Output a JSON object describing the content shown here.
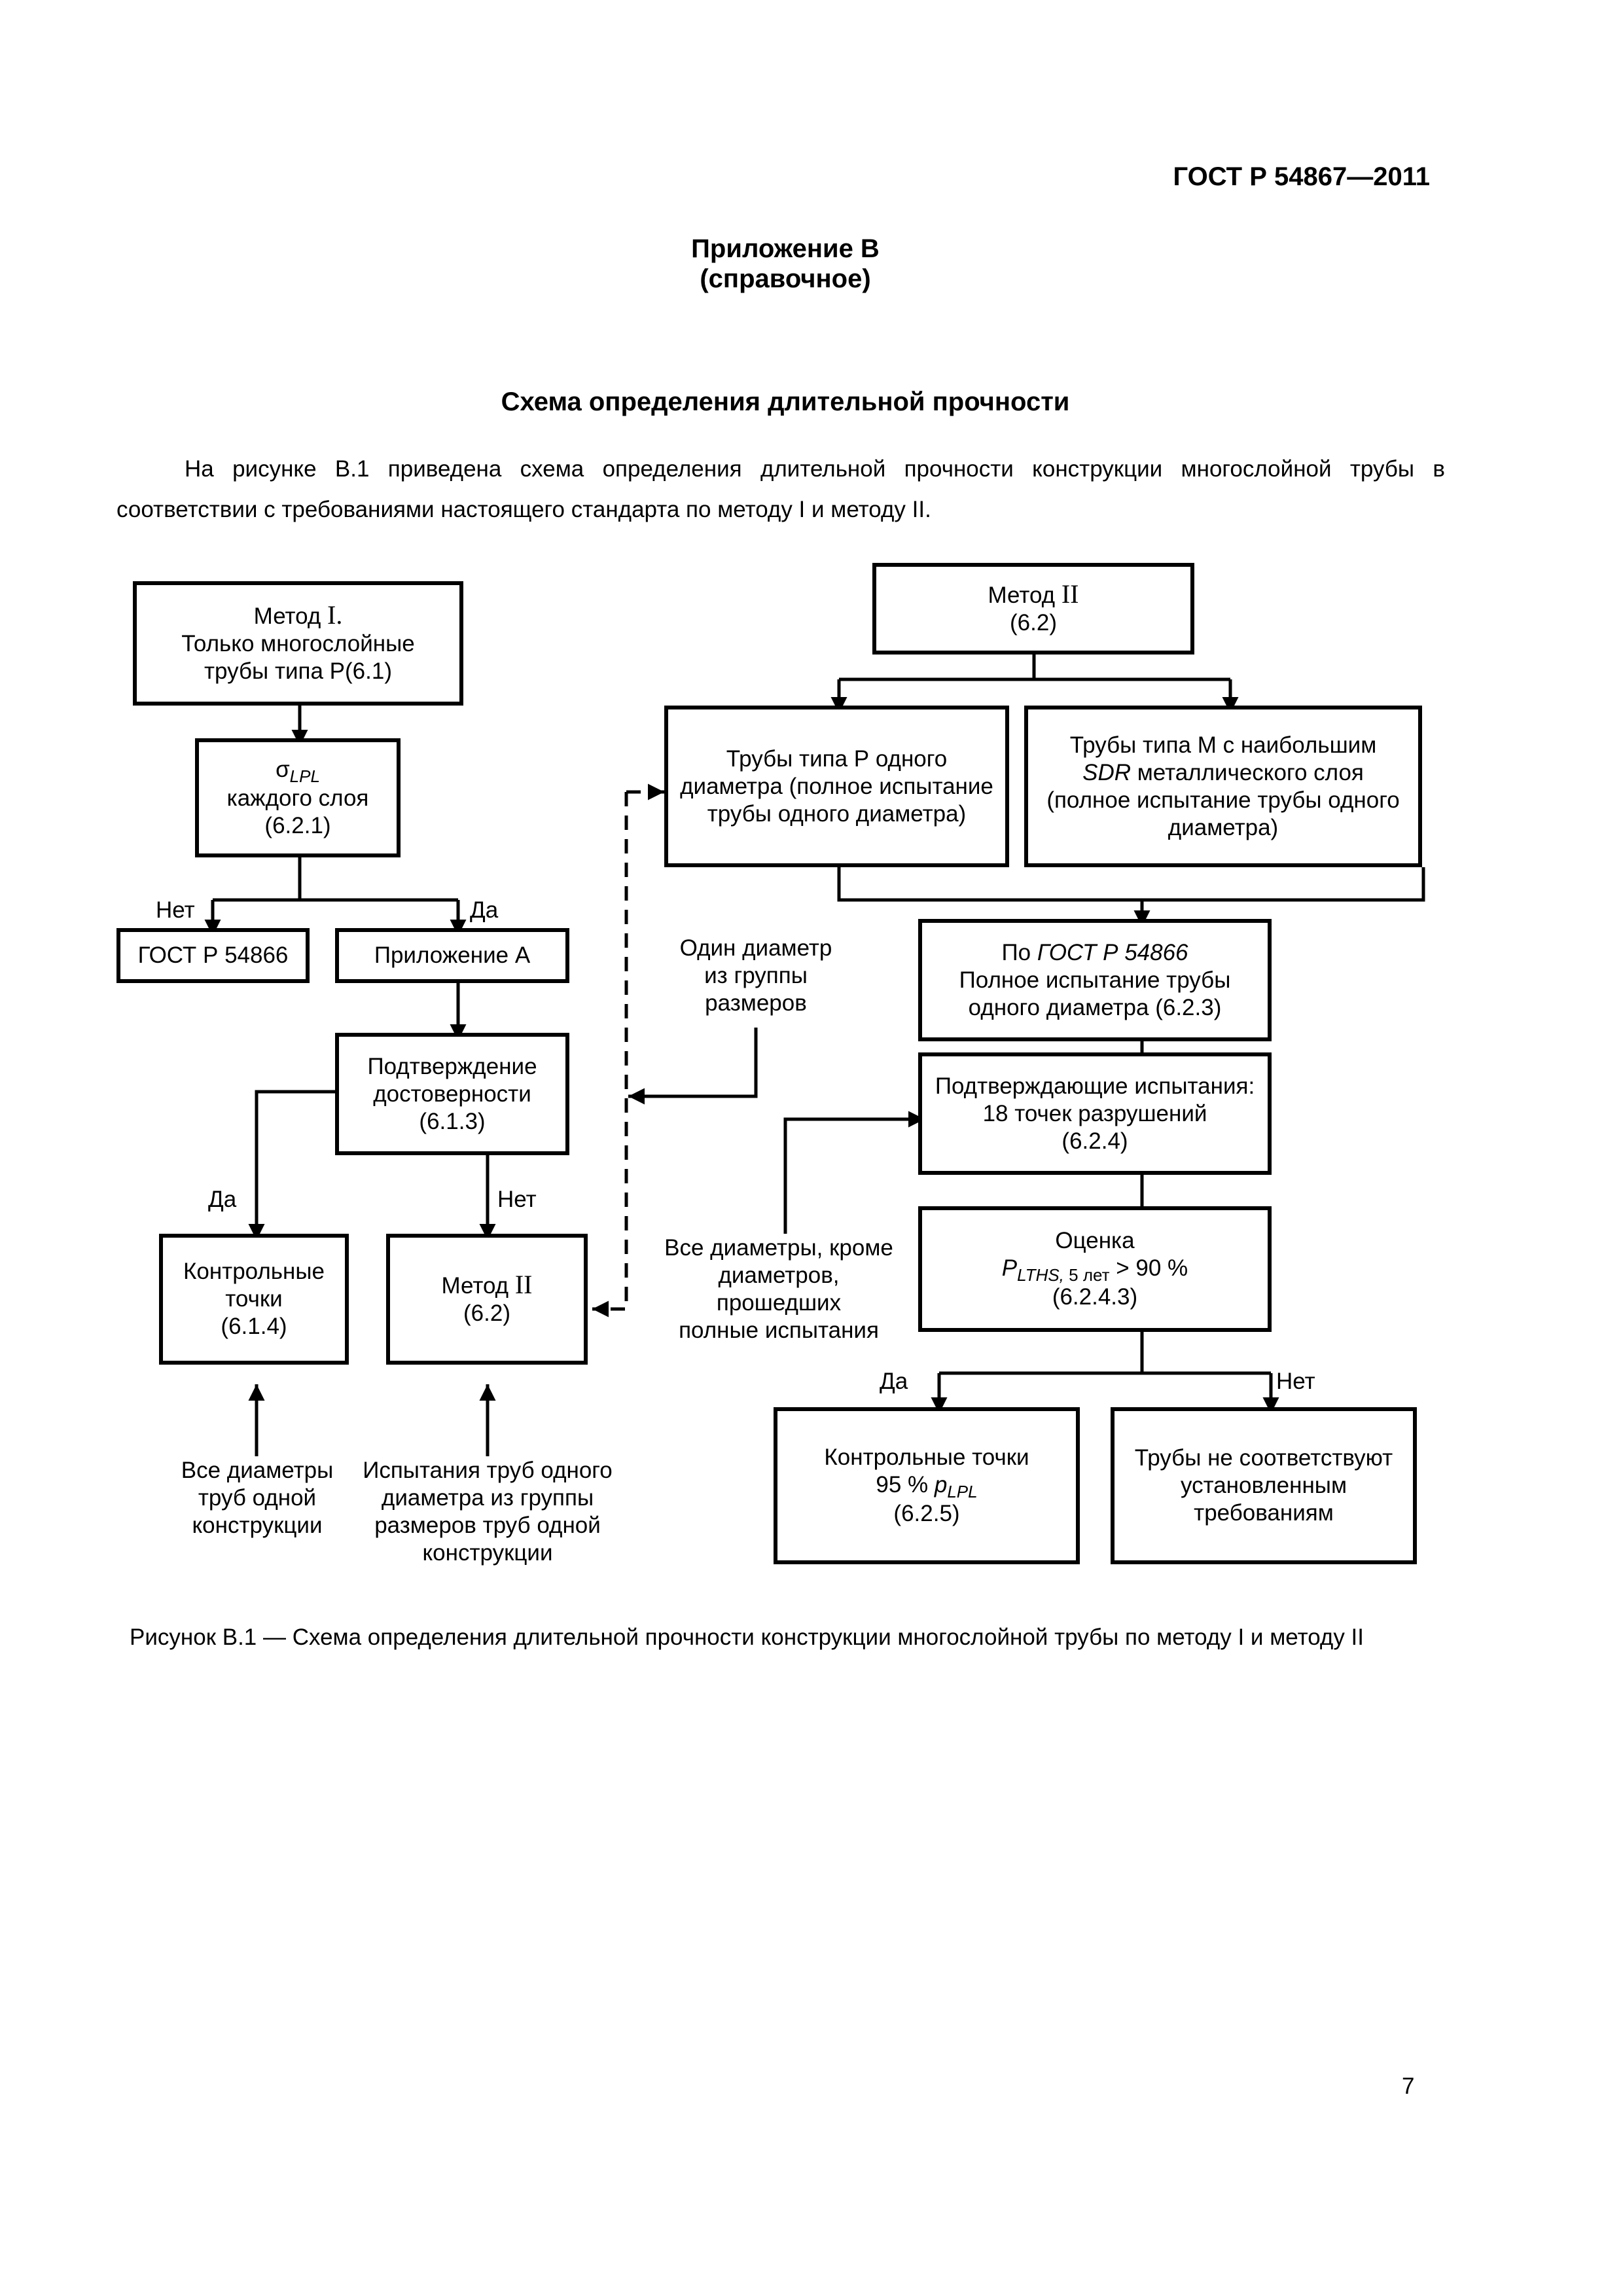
{
  "header": {
    "standard": "ГОСТ Р 54867—2011"
  },
  "appendix": {
    "title": "Приложение В",
    "type": "(справочное)"
  },
  "section": {
    "title": "Схема определения длительной прочности",
    "paragraph": "На рисунке В.1 приведена схема определения длительной прочности конструкции многослойной трубы в соответствии с требованиями настоящего стандарта по методу I и методу II."
  },
  "diagram": {
    "method1": {
      "word": "Метод",
      "roman": "I",
      "dot": ".",
      "line2": "Только многослойные",
      "line3": "трубы типа Р(6.1)"
    },
    "sigma": {
      "symbol": "σ",
      "sub": "LPL",
      "line2": "каждого слоя",
      "line3": "(6.2.1)"
    },
    "no1": "Нет",
    "yes1": "Да",
    "gost_54866": "ГОСТ Р 54866",
    "appendix_a": "Приложение А",
    "validation": {
      "line1": "Подтверждение",
      "line2": "достоверности",
      "line3": "(6.1.3)"
    },
    "yes2": "Да",
    "no2": "Нет",
    "control_points": {
      "line1": "Контрольные",
      "line2": "точки",
      "line3": "(6.1.4)"
    },
    "method2_left": {
      "word": "Метод",
      "roman": "II",
      "line2": "(6.2)"
    },
    "all_diameters": {
      "line1": "Все диаметры",
      "line2": "труб одной",
      "line3": "конструкции"
    },
    "tests_one_diameter": {
      "line1": "Испытания труб одного",
      "line2": "диаметра из группы",
      "line3": "размеров труб одной",
      "line4": "конструкции"
    },
    "one_diameter": {
      "line1": "Один диаметр",
      "line2": "из группы",
      "line3": "размеров"
    },
    "method2_top": {
      "word": "Метод",
      "roman": "II",
      "line2": "(6.2)"
    },
    "pipes_p": {
      "line1": "Трубы типа Р одного",
      "line2": "диаметра (полное испытание",
      "line3": "трубы одного диаметра)"
    },
    "pipes_m": {
      "line1": "Трубы типа М с наибольшим",
      "sdr": "SDR",
      "line2_rest": " металлического слоя",
      "line3": "(полное испытание трубы одного",
      "line4": "диаметра)"
    },
    "full_test": {
      "prefix": "По ",
      "gost": "ГОСТ Р 54866",
      "line2": "Полное испытание трубы",
      "line3": "одного диаметра (6.2.3)"
    },
    "confirm_tests": {
      "line1": "Подтверждающие испытания:",
      "line2": "18 точек разрушений",
      "line3": "(6.2.4)"
    },
    "all_except": {
      "line1": "Все диаметры, кроме",
      "line2": "диаметров,",
      "line3": "прошедших",
      "line4": "полные испытания"
    },
    "evaluation": {
      "line1": "Оценка",
      "p": "P",
      "sub": "LTHS,",
      "sub2": " 5 лет",
      "rest": " > 90 %",
      "line3": "(6.2.4.3)"
    },
    "yes3": "Да",
    "no3": "Нет",
    "control_95": {
      "line1": "Контрольные точки",
      "pre": "95 % ",
      "p": "p",
      "sub": "LPL",
      "line3": "(6.2.5)"
    },
    "not_comply": {
      "line1": "Трубы не соответствуют",
      "line2": "установленным",
      "line3": "требованиям"
    }
  },
  "figure_caption": "Рисунок В.1 — Схема определения длительной прочности конструкции многослойной трубы по методу I и методу II",
  "page_number": "7"
}
